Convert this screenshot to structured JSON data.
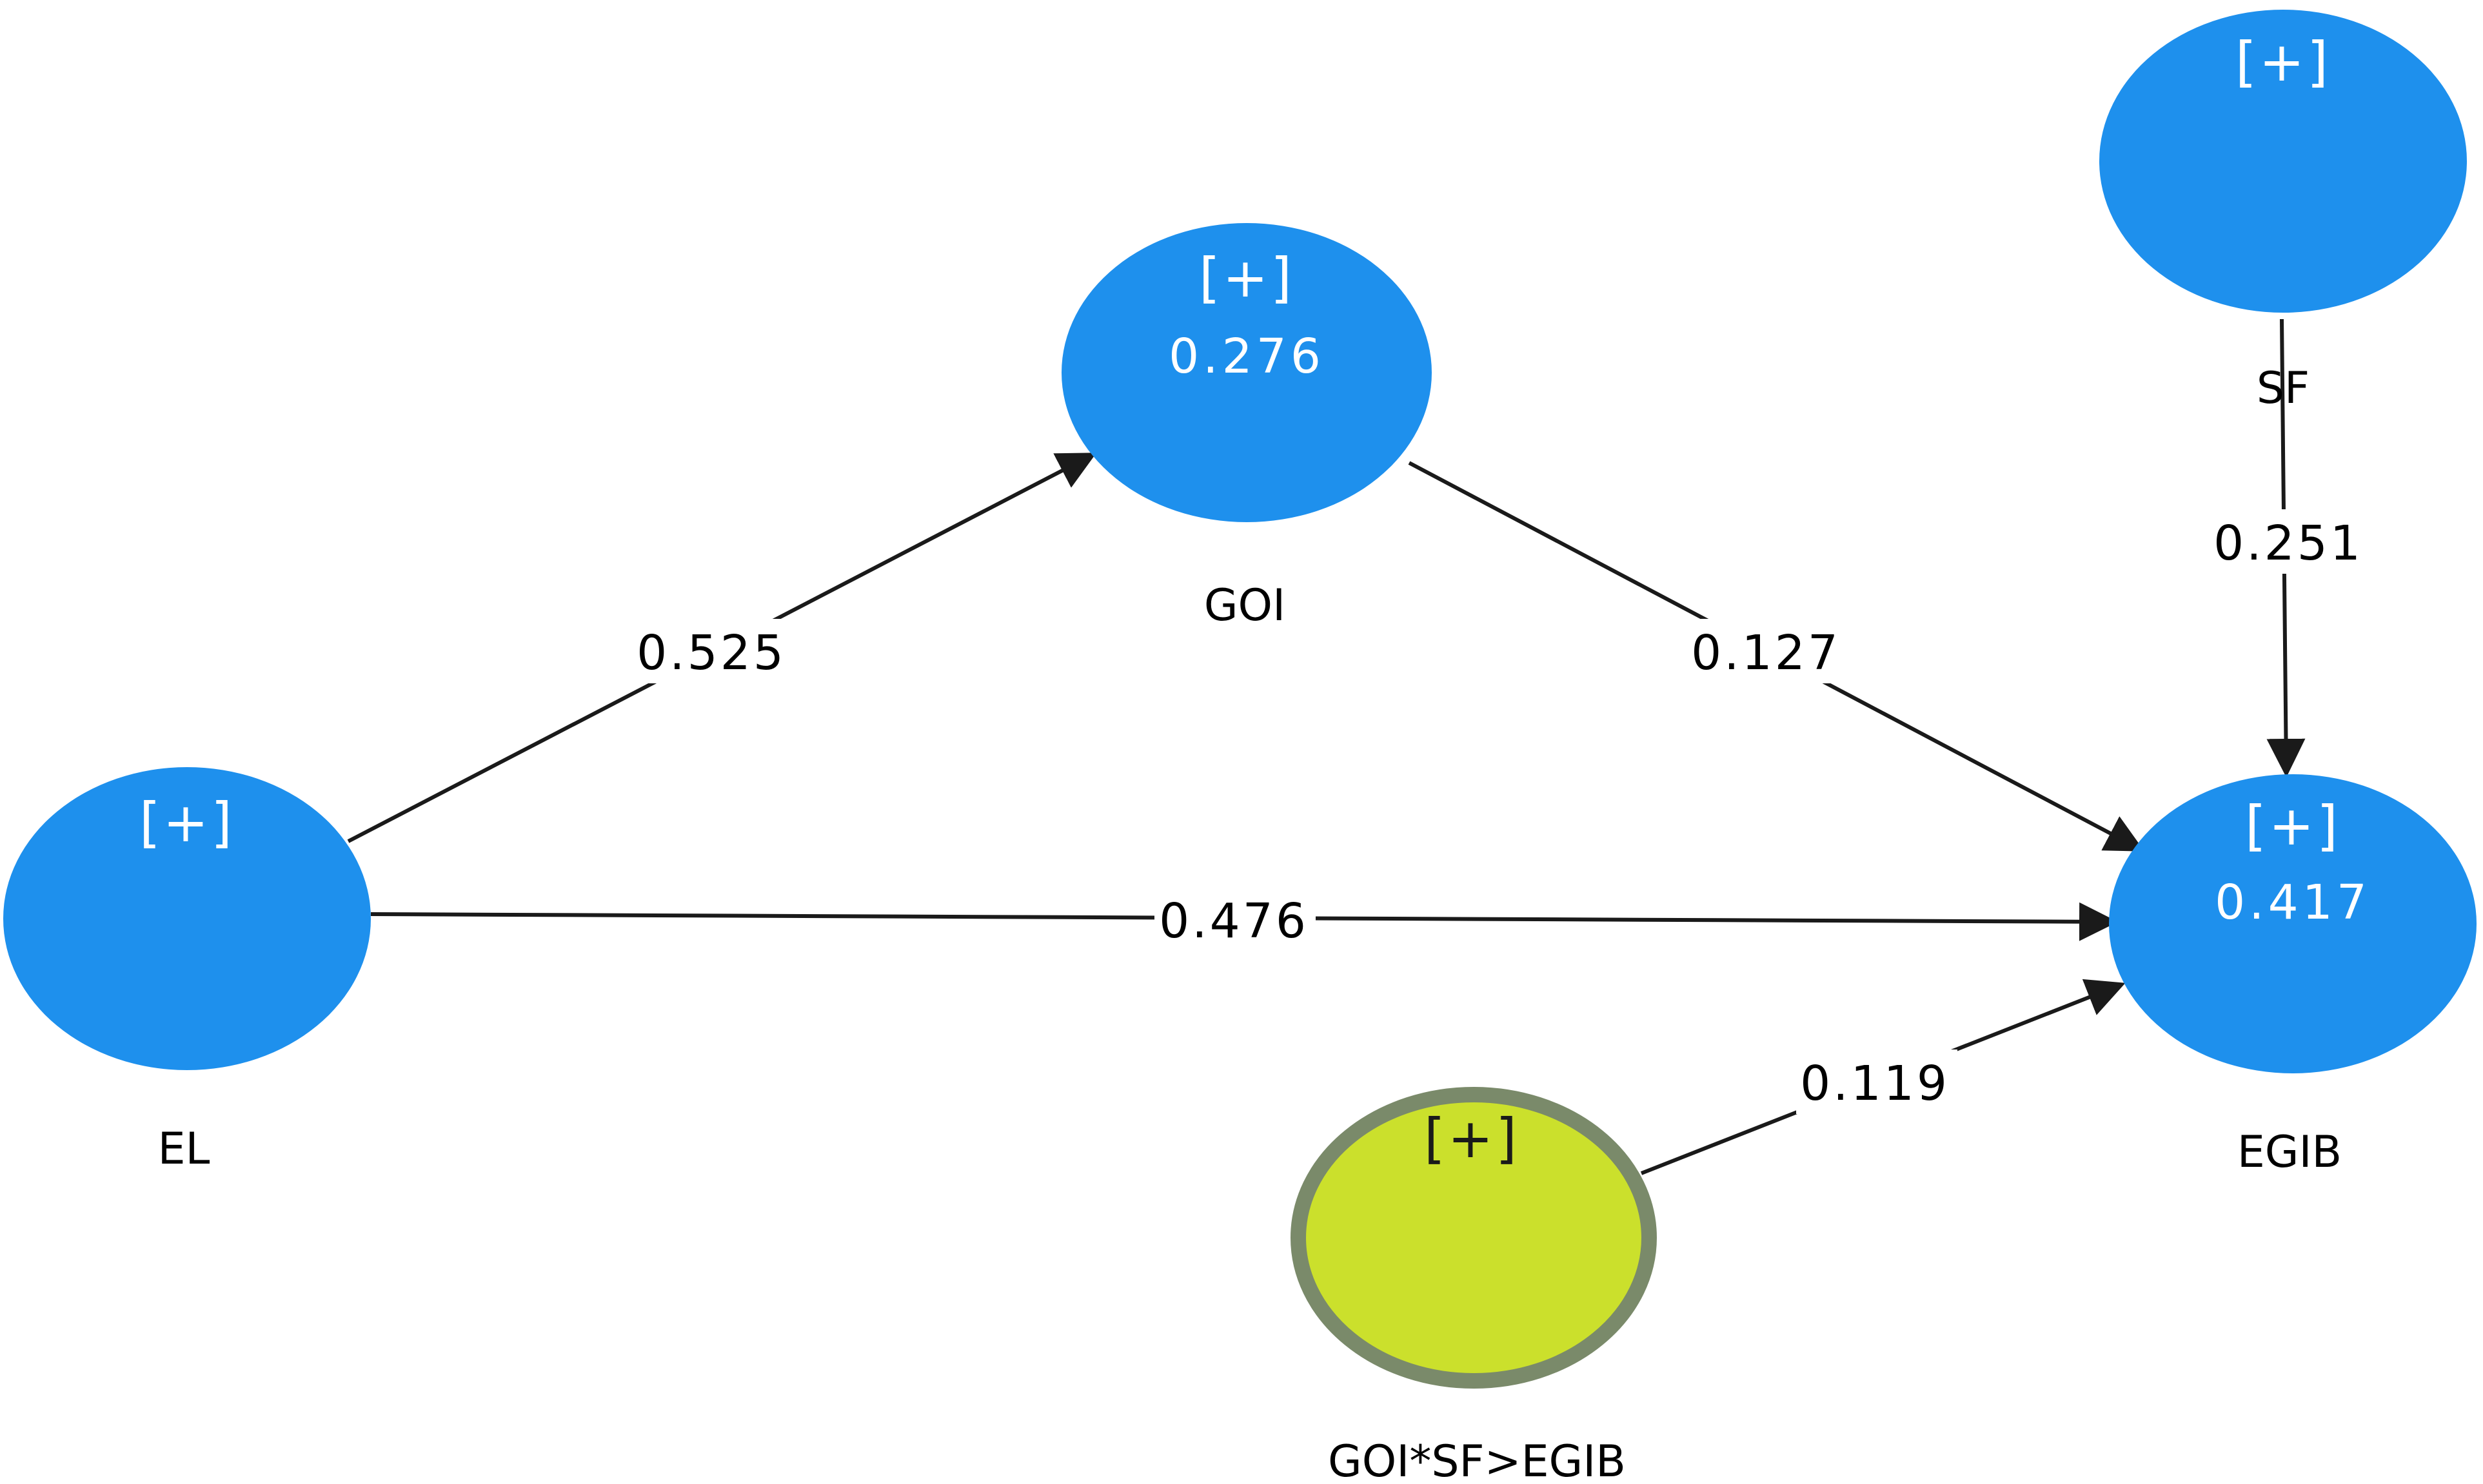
{
  "colors": {
    "construct_fill": "#1e90ed",
    "construct_text": "#ffffff",
    "moderator_fill": "#cbe02c",
    "moderator_border": "#7a8a6a",
    "moderator_text": "#1a1a1a",
    "edge": "#1a1a1a"
  },
  "nodes": {
    "el": {
      "name": "EL",
      "expand": "[+]",
      "value": ""
    },
    "goi": {
      "name": "GOI",
      "expand": "[+]",
      "value": "0.276"
    },
    "sf": {
      "name": "SF",
      "expand": "[+]",
      "value": ""
    },
    "egib": {
      "name": "EGIB",
      "expand": "[+]",
      "value": "0.417"
    },
    "moderator": {
      "name": "GOI*SF>EGIB",
      "expand": "[+]",
      "value": ""
    }
  },
  "paths": {
    "el_goi": {
      "from": "EL",
      "to": "GOI",
      "coefficient": "0.525"
    },
    "goi_egib": {
      "from": "GOI",
      "to": "EGIB",
      "coefficient": "0.127"
    },
    "sf_egib": {
      "from": "SF",
      "to": "EGIB",
      "coefficient": "0.251"
    },
    "el_egib": {
      "from": "EL",
      "to": "EGIB",
      "coefficient": "0.476"
    },
    "mod_egib": {
      "from": "GOI*SF>EGIB",
      "to": "EGIB",
      "coefficient": "0.119"
    }
  }
}
